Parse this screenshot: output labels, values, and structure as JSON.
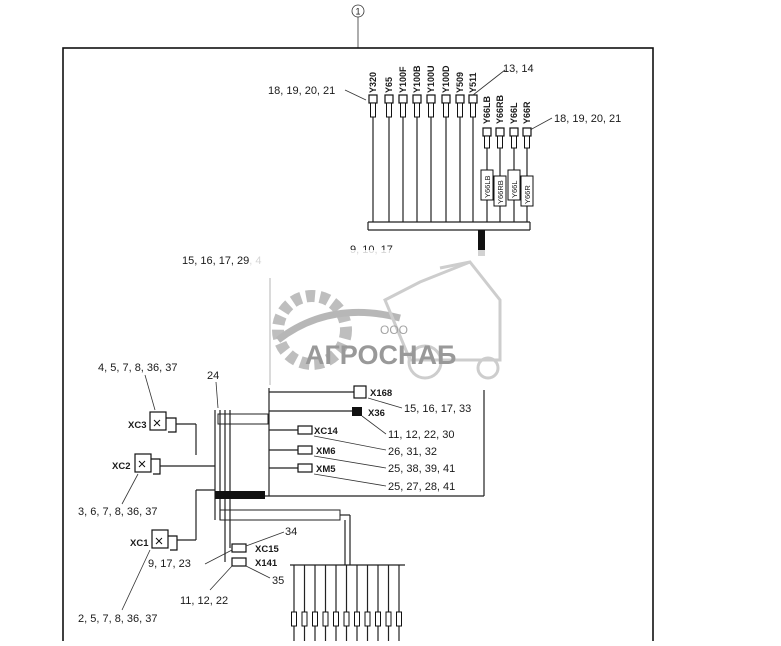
{
  "diagram": {
    "part_number": "1",
    "callouts": {
      "top_left_valves": "18, 19, 20, 21",
      "top_mid": "13, 14",
      "top_right_valves": "18, 19, 20, 21",
      "mid_left": "15, 16, 17, 29, 4",
      "mid_center": "9, 10, 17",
      "xc3": "4, 5, 7, 8, 36, 37",
      "xc2": "3, 6, 7, 8, 36, 37",
      "xc1": "2, 5, 7, 8, 36, 37",
      "bundle": "24",
      "x168": "15, 16, 17, 33",
      "x36": "11, 12, 22, 30",
      "xc14": "26, 31, 32",
      "xm6": "25, 38, 39, 41",
      "xm5": "25, 27, 28, 41",
      "xc15": "34",
      "x141": "35",
      "xc15_left": "9, 17, 23",
      "x141_bottom": "11, 12, 22"
    },
    "top_connectors": [
      "Y320",
      "Y65",
      "Y100F",
      "Y100B",
      "Y100U",
      "Y100D",
      "Y509",
      "Y511"
    ],
    "right_connectors": [
      "Y66LB",
      "Y66RB",
      "Y66L",
      "Y66R"
    ],
    "right_tags": [
      "Y66LB",
      "Y66RB",
      "Y66L",
      "Y66R"
    ],
    "side_connectors": {
      "xc3": "XC3",
      "xc2": "XC2",
      "xc1": "XC1",
      "x168": "X168",
      "x36": "X36",
      "xc14": "XC14",
      "xm6": "XM6",
      "xm5": "XM5",
      "xc15": "XC15",
      "x141": "X141"
    },
    "watermark": {
      "prefix": "ООО",
      "brand": "АГРОСНАБ"
    }
  }
}
